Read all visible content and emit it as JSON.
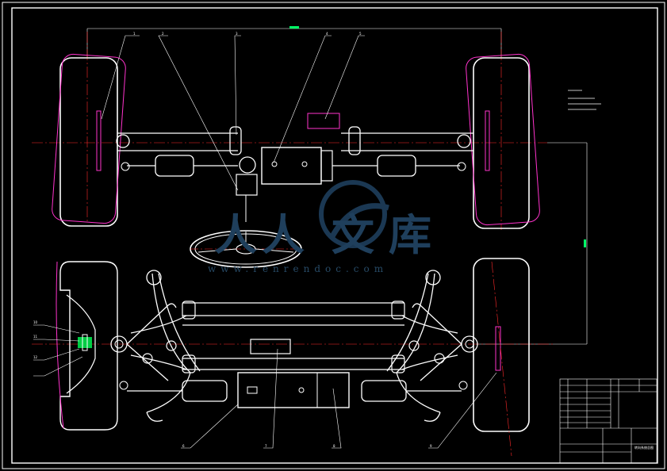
{
  "drawing": {
    "colors": {
      "background": "#000000",
      "line": "#ffffff",
      "centerline": "#ff2a2a",
      "wheel_outline": "#ff33cc",
      "dimension": "#00ff66",
      "watermark": "#1f3f5c"
    },
    "part_numbers": [
      "1",
      "2",
      "3",
      "4",
      "5",
      "6",
      "7",
      "8",
      "9",
      "10",
      "11",
      "12"
    ],
    "title_block": {
      "title": "转向系统总图"
    }
  },
  "watermark": {
    "chars": [
      "人",
      "人",
      "文",
      "库"
    ],
    "url": "www.renrendoc.com",
    "logo_name": "renrendoc-logo-icon"
  }
}
